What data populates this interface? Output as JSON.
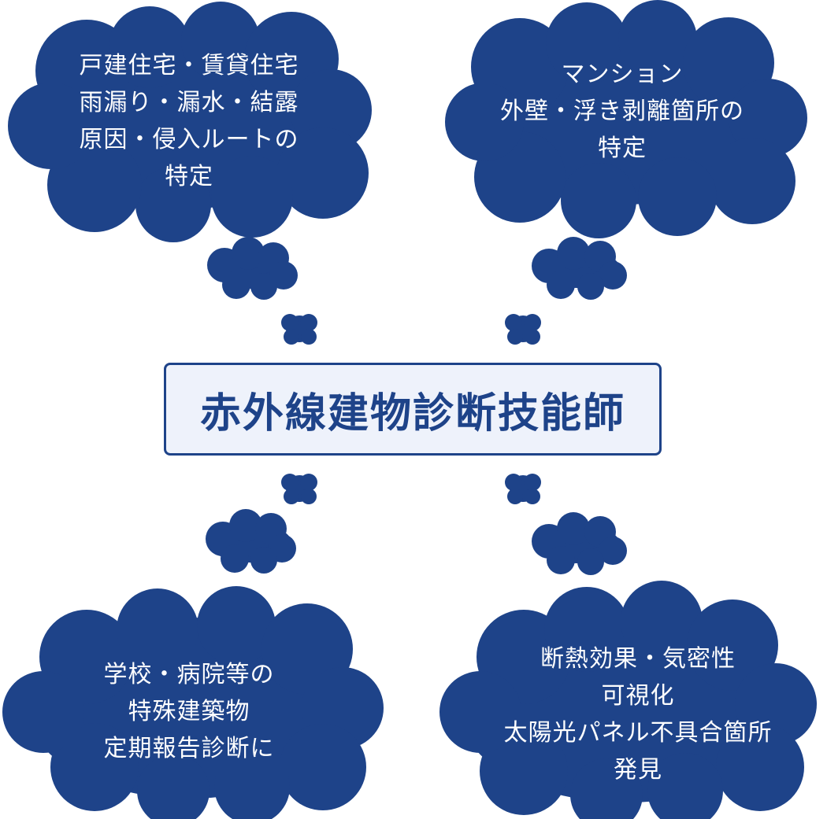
{
  "colors": {
    "cloud_fill": "#1e4389",
    "cloud_text": "#ffffff",
    "title_text": "#1e4389",
    "title_box_bg": "#eef2fb",
    "title_box_border": "#1e4389"
  },
  "center": {
    "title": "赤外線建物診断技能師"
  },
  "clouds": {
    "top_left": {
      "lines": [
        "戸建住宅・賃貸住宅",
        "雨漏り・漏水・結露",
        "原因・侵入ルートの",
        "特定"
      ]
    },
    "top_right": {
      "lines": [
        "マンション",
        "外壁・浮き剥離箇所の",
        "特定"
      ]
    },
    "bottom_left": {
      "lines": [
        "学校・病院等の",
        "特殊建築物",
        "定期報告診断に"
      ]
    },
    "bottom_right": {
      "lines": [
        "断熱効果・気密性",
        "可視化",
        "太陽光パネル不具合箇所",
        "発見"
      ]
    }
  }
}
